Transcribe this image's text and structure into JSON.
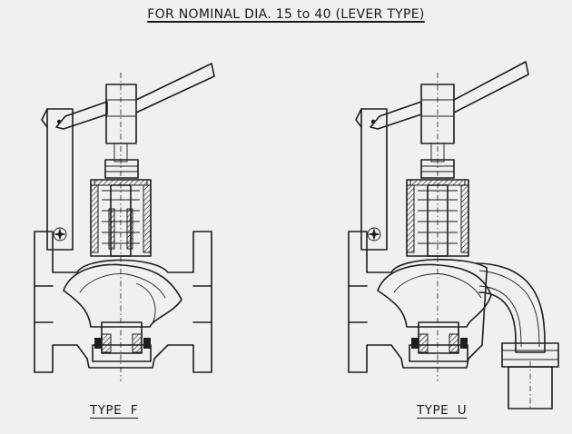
{
  "title": "FOR NOMINAL DIA. 15 to 40 (LEVER TYPE)",
  "captions": {
    "type_f": "TYPE  F",
    "type_u": "TYPE  U"
  },
  "colors": {
    "background": "#eef0f2",
    "line": "#1d1d1d"
  }
}
